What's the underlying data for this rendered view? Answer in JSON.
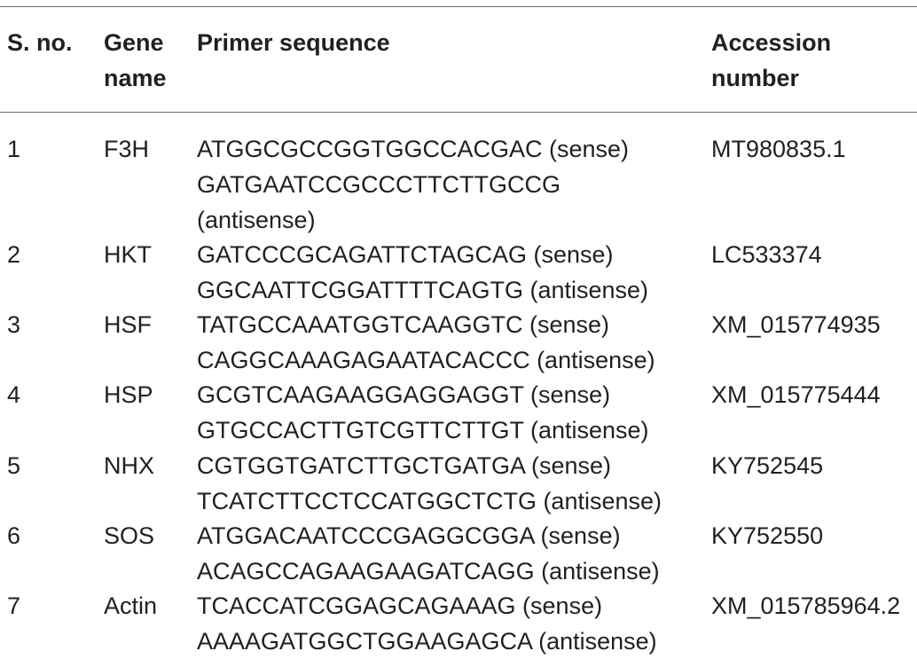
{
  "headers": {
    "sno": [
      "S. no."
    ],
    "gene": [
      "Gene",
      "name"
    ],
    "primer": [
      "Primer sequence"
    ],
    "accession": [
      "Accession",
      "number"
    ]
  },
  "rows": [
    {
      "sno": "1",
      "gene": "F3H",
      "primer_lines": [
        "ATGGCGCCGGTGGCCACGAC (sense)",
        "GATGAATCCGCCCTTCTTGCCG",
        "(antisense)"
      ],
      "accession": "MT980835.1"
    },
    {
      "sno": "2",
      "gene": "HKT",
      "primer_lines": [
        "GATCCCGCAGATTCTAGCAG (sense)",
        "GGCAATTCGGATTTTCAGTG (antisense)"
      ],
      "accession": "LC533374"
    },
    {
      "sno": "3",
      "gene": "HSF",
      "primer_lines": [
        "TATGCCAAATGGTCAAGGTC (sense)",
        "CAGGCAAAGAGAATACACCC (antisense)"
      ],
      "accession": "XM_015774935"
    },
    {
      "sno": "4",
      "gene": "HSP",
      "primer_lines": [
        "GCGTCAAGAAGGAGGAGGT (sense)",
        "GTGCCACTTGTCGTTCTTGT (antisense)"
      ],
      "accession": "XM_015775444"
    },
    {
      "sno": "5",
      "gene": "NHX",
      "primer_lines": [
        "CGTGGTGATCTTGCTGATGA (sense)",
        "TCATCTTCCTCCATGGCTCTG (antisense)"
      ],
      "accession": "KY752545"
    },
    {
      "sno": "6",
      "gene": "SOS",
      "primer_lines": [
        "ATGGACAATCCCGAGGCGGA (sense)",
        "ACAGCCAGAAGAAGATCAGG (antisense)"
      ],
      "accession": "KY752550"
    },
    {
      "sno": "7",
      "gene": "Actin",
      "primer_lines": [
        "TCACCATCGGAGCAGAAAG (sense)",
        "AAAAGATGGCTGGAAGAGCA (antisense)"
      ],
      "accession": "XM_015785964.2"
    }
  ]
}
